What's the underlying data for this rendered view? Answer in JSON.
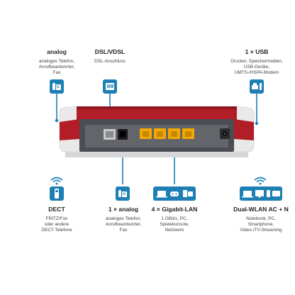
{
  "colors": {
    "accent": "#1e7fb5",
    "router_red": "#b21e27",
    "router_body": "#4b4d52",
    "router_panel": "#63656b",
    "lan_port": "#f2a900"
  },
  "ports": {
    "analog": {
      "title": "analog",
      "desc": [
        "analoges Telefon,",
        "Anrufbeantworter,",
        "Fax"
      ],
      "icon": "phone-icon"
    },
    "dsl": {
      "title": "DSL/VDSL",
      "desc": [
        "DSL-Anschluss"
      ],
      "icon": "dsl-port-icon"
    },
    "usb": {
      "title": "1 × USB",
      "desc": [
        "Drucker, Speichermedien,",
        "USB-Geräte,",
        "UMTS-/HSPA-Modem"
      ],
      "icon": "printer-usb-icon"
    },
    "dect": {
      "title": "DECT",
      "desc": [
        "FRITZ!Fon",
        "oder andere",
        "DECT-Telefone"
      ],
      "icon": "dect-phone-icon"
    },
    "analog1": {
      "title": "1 × analog",
      "desc": [
        "analoges Telefon,",
        "Anrufbeantworter,",
        "Fax"
      ],
      "icon": "fax-icon"
    },
    "lan": {
      "title": "4 × Gigabit-LAN",
      "desc": [
        "1 GBit/s, PC,",
        "Spielekonsole,",
        "Netzwerk"
      ],
      "icon": "lan-devices-icon"
    },
    "wlan": {
      "title": "Dual-WLAN AC + N",
      "desc": [
        "Notebook, PC,",
        "Smartphone,",
        "Video-/TV-Streaming"
      ],
      "icon": "wlan-devices-icon"
    }
  }
}
